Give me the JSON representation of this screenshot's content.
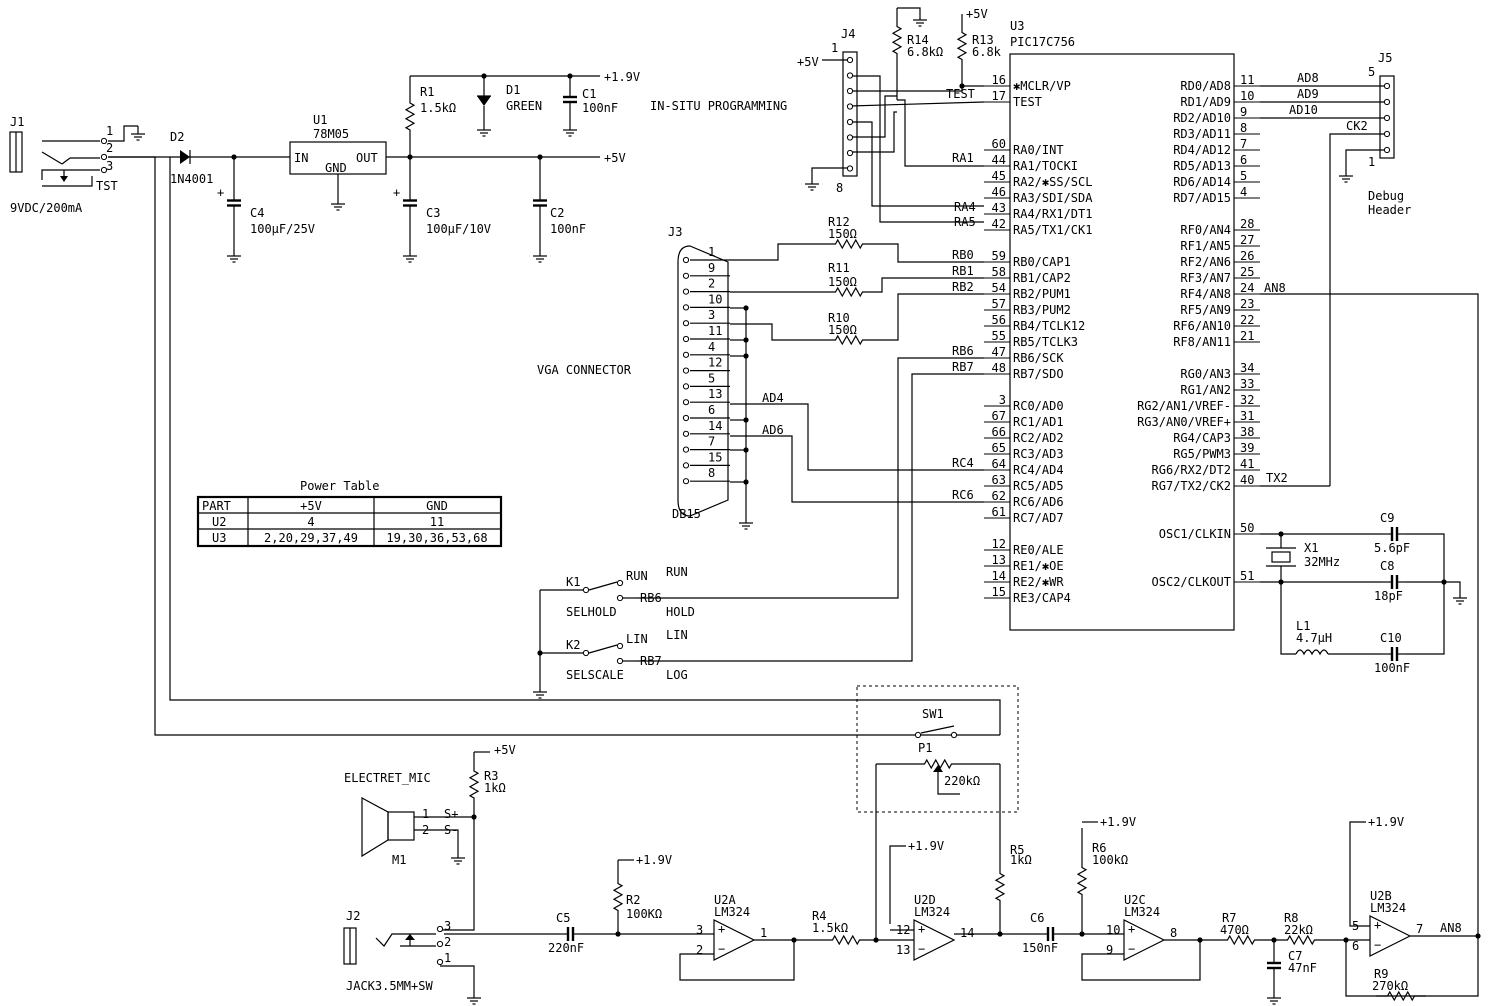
{
  "connectors": {
    "j1": {
      "ref": "J1",
      "pin1": "1",
      "pin2": "2",
      "pin3": "3",
      "sw": "TST",
      "value": "9VDC/200mA"
    },
    "j2": {
      "ref": "J2",
      "pin1": "1",
      "pin2": "2",
      "pin3": "3",
      "value": "JACK3.5MM+SW"
    },
    "j3": {
      "ref": "J3",
      "name": "VGA CONNECTOR",
      "value": "DB15",
      "pins": [
        "1",
        "9",
        "2",
        "10",
        "3",
        "11",
        "4",
        "12",
        "5",
        "13",
        "6",
        "14",
        "7",
        "15",
        "8"
      ]
    },
    "j4": {
      "ref": "J4",
      "first": "1",
      "last": "8",
      "label": "IN-SITU PROGRAMMING"
    },
    "j5": {
      "ref": "J5",
      "first": "5",
      "last": "1",
      "label1": "Debug",
      "label2": "Header"
    }
  },
  "parts": {
    "d1": {
      "ref": "D1",
      "value": "GREEN"
    },
    "d2": {
      "ref": "D2",
      "value": "1N4001"
    },
    "u1": {
      "ref": "U1",
      "value": "78M05",
      "in": "IN",
      "out": "OUT",
      "gnd": "GND"
    },
    "r1": {
      "ref": "R1",
      "value": "1.5kΩ"
    },
    "r2": {
      "ref": "R2",
      "value": "100KΩ"
    },
    "r3": {
      "ref": "R3",
      "value": "1kΩ"
    },
    "r4": {
      "ref": "R4",
      "value": "1.5kΩ"
    },
    "r5": {
      "ref": "R5",
      "value": "1kΩ"
    },
    "r6": {
      "ref": "R6",
      "value": "100kΩ"
    },
    "r7": {
      "ref": "R7",
      "value": "470Ω"
    },
    "r8": {
      "ref": "R8",
      "value": "22kΩ"
    },
    "r9": {
      "ref": "R9",
      "value": "270kΩ"
    },
    "r10": {
      "ref": "R10",
      "value": "150Ω"
    },
    "r11": {
      "ref": "R11",
      "value": "150Ω"
    },
    "r12": {
      "ref": "R12",
      "value": "150Ω"
    },
    "r13": {
      "ref": "R13",
      "value": "6.8k"
    },
    "r14": {
      "ref": "R14",
      "value": "6.8kΩ"
    },
    "c1": {
      "ref": "C1",
      "value": "100nF"
    },
    "c2": {
      "ref": "C2",
      "value": "100nF"
    },
    "c3": {
      "ref": "C3",
      "value": "100µF/10V"
    },
    "c4": {
      "ref": "C4",
      "value": "100µF/25V"
    },
    "c5": {
      "ref": "C5",
      "value": "220nF"
    },
    "c6": {
      "ref": "C6",
      "value": "150nF"
    },
    "c7": {
      "ref": "C7",
      "value": "47nF"
    },
    "c8": {
      "ref": "C8",
      "value": "18pF"
    },
    "c9": {
      "ref": "C9",
      "value": "5.6pF"
    },
    "c10": {
      "ref": "C10",
      "value": "100nF"
    },
    "l1": {
      "ref": "L1",
      "value": "4.7µH"
    },
    "x1": {
      "ref": "X1",
      "value": "32MHz"
    },
    "p1": {
      "ref": "P1",
      "value": "220kΩ"
    },
    "sw1": {
      "ref": "SW1"
    },
    "m1": {
      "ref": "M1",
      "value": "ELECTRET_MIC",
      "s1": "S+",
      "s2": "S-"
    },
    "k1": {
      "ref": "K1",
      "name": "SELHOLD",
      "pos1": "RUN",
      "pos3": "HOLD",
      "net": "RB6"
    },
    "k2": {
      "ref": "K2",
      "name": "SELSCALE",
      "pos1": "LIN",
      "pos3": "LOG",
      "net": "RB7"
    },
    "u2a": {
      "ref": "U2A",
      "value": "LM324",
      "pins": [
        "3",
        "2",
        "1"
      ]
    },
    "u2b": {
      "ref": "U2B",
      "value": "LM324",
      "pins": [
        "5",
        "6",
        "7"
      ]
    },
    "u2c": {
      "ref": "U2C",
      "value": "LM324",
      "pins": [
        "10",
        "9",
        "8"
      ]
    },
    "u2d": {
      "ref": "U2D",
      "value": "LM324",
      "pins": [
        "12",
        "13",
        "14"
      ]
    }
  },
  "rails": {
    "v5": "+5V",
    "v19": "+1.9V"
  },
  "nets": {
    "ra1": "RA1",
    "ra4": "RA4",
    "ra5": "RA5",
    "rb0": "RB0",
    "rb1": "RB1",
    "rb2": "RB2",
    "rb6": "RB6",
    "rb7": "RB7",
    "rc4": "RC4",
    "rc6": "RC6",
    "ad4": "AD4",
    "ad6": "AD6",
    "ad8": "AD8",
    "ad9": "AD9",
    "ad10": "AD10",
    "ck2": "CK2",
    "an8": "AN8",
    "tx2": "TX2",
    "test": "TEST"
  },
  "u3": {
    "ref": "U3",
    "value": "PIC17C756",
    "left": [
      {
        "n": "16",
        "l": "✱MCLR/VP"
      },
      {
        "n": "17",
        "l": "TEST"
      },
      {
        "n": "60",
        "l": "RA0/INT"
      },
      {
        "n": "44",
        "l": "RA1/TOCKI"
      },
      {
        "n": "45",
        "l": "RA2/✱SS/SCL"
      },
      {
        "n": "46",
        "l": "RA3/SDI/SDA"
      },
      {
        "n": "43",
        "l": "RA4/RX1/DT1"
      },
      {
        "n": "42",
        "l": "RA5/TX1/CK1"
      },
      {
        "n": "59",
        "l": "RB0/CAP1"
      },
      {
        "n": "58",
        "l": "RB1/CAP2"
      },
      {
        "n": "54",
        "l": "RB2/PUM1"
      },
      {
        "n": "57",
        "l": "RB3/PUM2"
      },
      {
        "n": "56",
        "l": "RB4/TCLK12"
      },
      {
        "n": "55",
        "l": "RB5/TCLK3"
      },
      {
        "n": "47",
        "l": "RB6/SCK"
      },
      {
        "n": "48",
        "l": "RB7/SDO"
      },
      {
        "n": "3",
        "l": "RC0/AD0"
      },
      {
        "n": "67",
        "l": "RC1/AD1"
      },
      {
        "n": "66",
        "l": "RC2/AD2"
      },
      {
        "n": "65",
        "l": "RC3/AD3"
      },
      {
        "n": "64",
        "l": "RC4/AD4"
      },
      {
        "n": "63",
        "l": "RC5/AD5"
      },
      {
        "n": "62",
        "l": "RC6/AD6"
      },
      {
        "n": "61",
        "l": "RC7/AD7"
      },
      {
        "n": "12",
        "l": "RE0/ALE"
      },
      {
        "n": "13",
        "l": "RE1/✱OE"
      },
      {
        "n": "14",
        "l": "RE2/✱WR"
      },
      {
        "n": "15",
        "l": "RE3/CAP4"
      }
    ],
    "right": [
      {
        "n": "11",
        "l": "RD0/AD8"
      },
      {
        "n": "10",
        "l": "RD1/AD9"
      },
      {
        "n": "9",
        "l": "RD2/AD10"
      },
      {
        "n": "8",
        "l": "RD3/AD11"
      },
      {
        "n": "7",
        "l": "RD4/AD12"
      },
      {
        "n": "6",
        "l": "RD5/AD13"
      },
      {
        "n": "5",
        "l": "RD6/AD14"
      },
      {
        "n": "4",
        "l": "RD7/AD15"
      },
      {
        "n": "28",
        "l": "RF0/AN4"
      },
      {
        "n": "27",
        "l": "RF1/AN5"
      },
      {
        "n": "26",
        "l": "RF2/AN6"
      },
      {
        "n": "25",
        "l": "RF3/AN7"
      },
      {
        "n": "24",
        "l": "RF4/AN8"
      },
      {
        "n": "23",
        "l": "RF5/AN9"
      },
      {
        "n": "22",
        "l": "RF6/AN10"
      },
      {
        "n": "21",
        "l": "RF8/AN11"
      },
      {
        "n": "34",
        "l": "RG0/AN3"
      },
      {
        "n": "33",
        "l": "RG1/AN2"
      },
      {
        "n": "32",
        "l": "RG2/AN1/VREF-"
      },
      {
        "n": "31",
        "l": "RG3/AN0/VREF+"
      },
      {
        "n": "38",
        "l": "RG4/CAP3"
      },
      {
        "n": "39",
        "l": "RG5/PWM3"
      },
      {
        "n": "41",
        "l": "RG6/RX2/DT2"
      },
      {
        "n": "40",
        "l": "RG7/TX2/CK2"
      },
      {
        "n": "50",
        "l": "OSC1/CLKIN"
      },
      {
        "n": "51",
        "l": "OSC2/CLKOUT"
      }
    ]
  },
  "power_table": {
    "title": "Power Table",
    "headers": [
      "PART",
      "+5V",
      "GND"
    ],
    "rows": [
      [
        "U2",
        "4",
        "11"
      ],
      [
        "U3",
        "2,20,29,37,49",
        "19,30,36,53,68"
      ]
    ]
  }
}
